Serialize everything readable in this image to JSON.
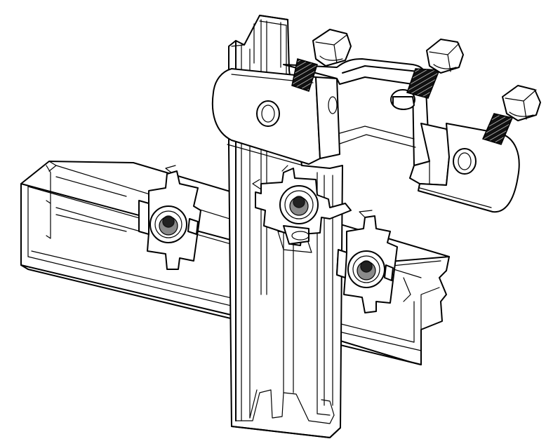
{
  "drawing": {
    "colors": {
      "line": "#000000",
      "background": "#ffffff",
      "thread": "#111111",
      "nut_core": "#8a8a8a"
    },
    "components": [
      "vertical-strut-channel",
      "horizontal-strut-channel",
      "u-bracket",
      "hex-bolt",
      "spring-nut-washer"
    ]
  }
}
